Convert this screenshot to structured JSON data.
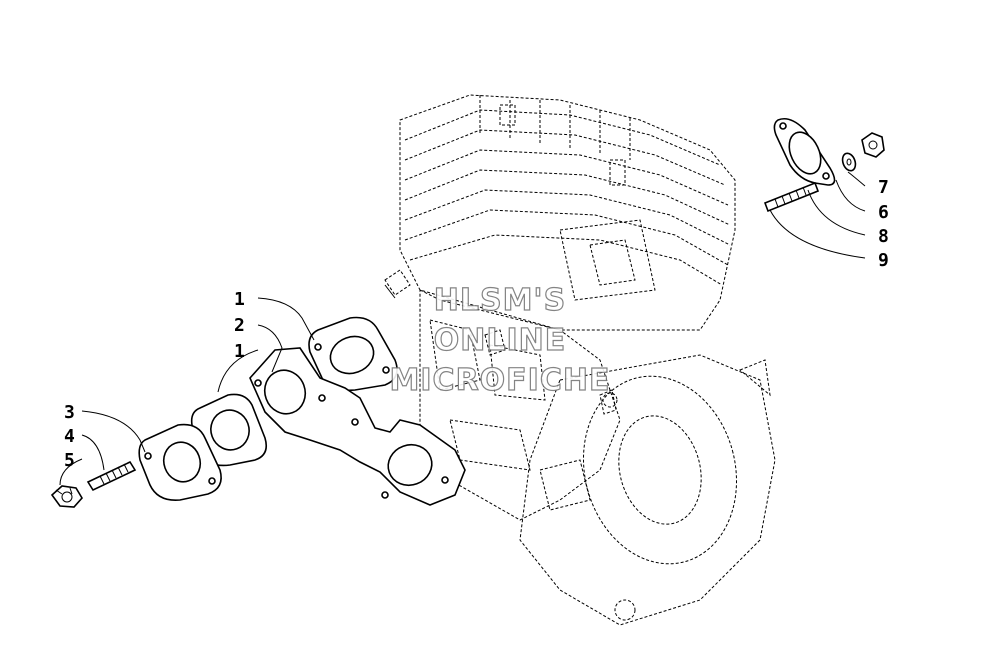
{
  "callouts": {
    "c1a": "1",
    "c2": "2",
    "c1b": "1",
    "c3": "3",
    "c4": "4",
    "c5": "5",
    "c7": "7",
    "c6": "6",
    "c8": "8",
    "c9": "9"
  },
  "watermark": {
    "line1": "HLSM'S",
    "line2": "ONLINE",
    "line3": "MICROFICHE"
  }
}
